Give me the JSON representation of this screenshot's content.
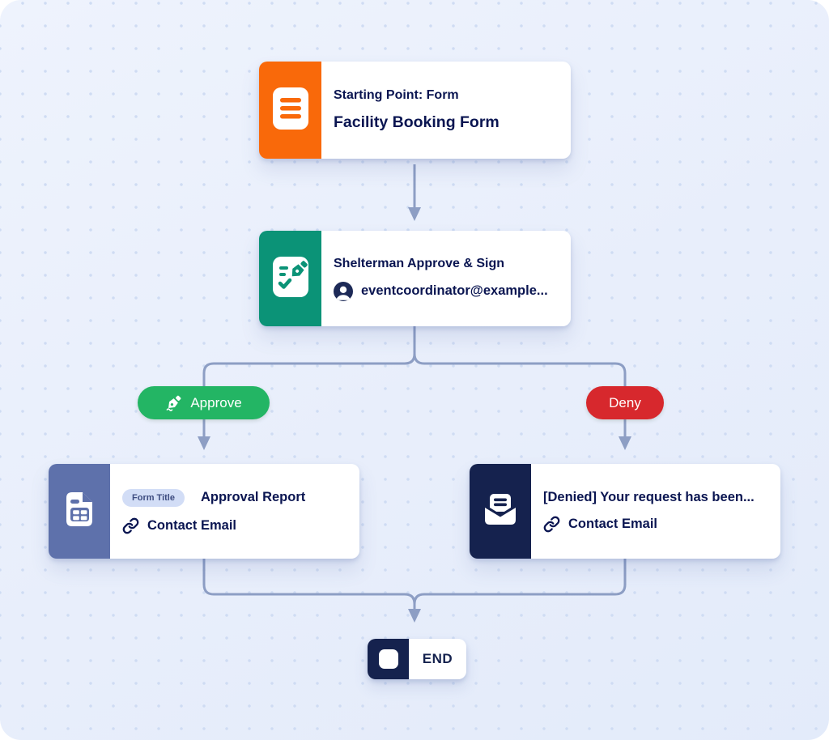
{
  "colors": {
    "canvas_bg": "#e8eefb",
    "dot_grid": "#cfdcf3",
    "text_navy": "#0a1551",
    "connector": "#8d9ec4",
    "start_accent": "#f9690a",
    "approval_accent": "#0b9377",
    "approve_pill": "#23b564",
    "deny_pill": "#d7282d",
    "report_accent": "#5e71ab",
    "email_accent": "#15224e",
    "end_accent": "#15224e",
    "badge_bg": "#d2ddf6"
  },
  "flow": {
    "start_node": {
      "kicker": "Starting Point: Form",
      "title": "Facility Booking Form"
    },
    "approval_node": {
      "title": "Shelterman Approve & Sign",
      "assignee_email": "eventcoordinator@example..."
    },
    "branches": {
      "approve": "Approve",
      "deny": "Deny"
    },
    "approved_outcome_node": {
      "badge": "Form Title",
      "title": "Approval Report",
      "linked_field": "Contact Email"
    },
    "denied_outcome_node": {
      "title": "[Denied] Your request has been...",
      "linked_field": "Contact Email"
    },
    "end_node": {
      "label": "END"
    }
  }
}
